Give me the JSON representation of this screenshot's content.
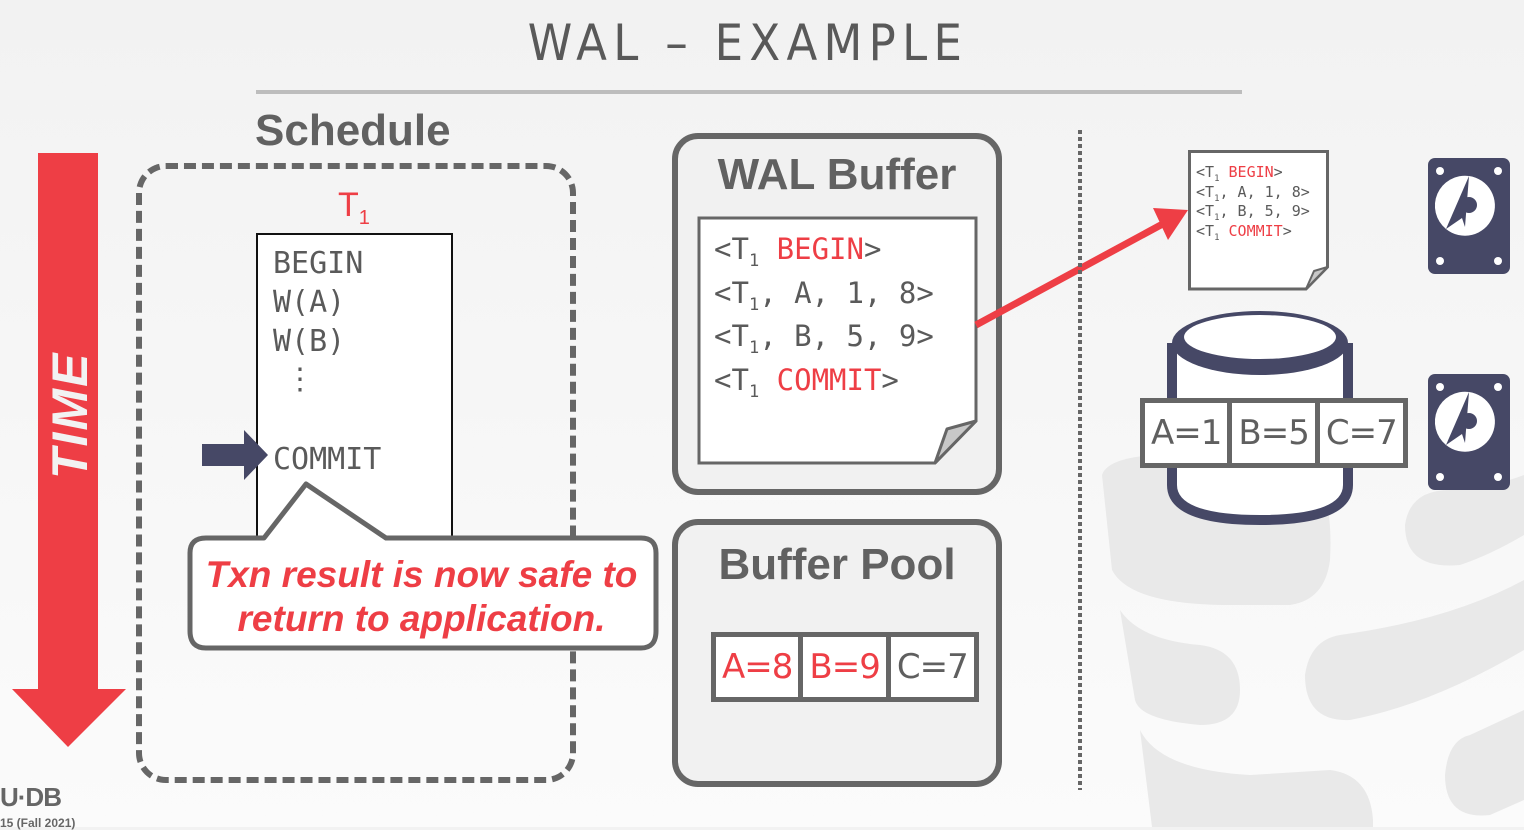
{
  "slide": {
    "title": "WAL – EXAMPLE",
    "time_label": "TIME",
    "footer_logo": "U·DB",
    "footer_course": "15 (Fall 2021)"
  },
  "colors": {
    "accent_red": "#ee3e45",
    "text_gray": "#5f5f5f",
    "icon_navy": "#464866",
    "border_gray": "#666666"
  },
  "schedule": {
    "title": "Schedule",
    "txn_name": "T",
    "txn_sub": "1",
    "ops": [
      "BEGIN",
      "W(A)",
      "W(B)",
      "⋮",
      "COMMIT"
    ],
    "current_op": "COMMIT",
    "callout_line1": "Txn result is now safe to",
    "callout_line2": "return to application."
  },
  "wal_buffer": {
    "title": "WAL Buffer",
    "records": [
      {
        "txn": "T",
        "sub": "1",
        "rest": " ",
        "keyword": "BEGIN",
        "end": ">"
      },
      {
        "txn": "T",
        "sub": "1",
        "rest": ", A, 1, 8>",
        "keyword": "",
        "end": ""
      },
      {
        "txn": "T",
        "sub": "1",
        "rest": ", B, 5, 9>",
        "keyword": "",
        "end": ""
      },
      {
        "txn": "T",
        "sub": "1",
        "rest": " ",
        "keyword": "COMMIT",
        "end": ">"
      }
    ]
  },
  "buffer_pool": {
    "title": "Buffer Pool",
    "cells": [
      {
        "label": "A=8",
        "dirty": true
      },
      {
        "label": "B=9",
        "dirty": true
      },
      {
        "label": "C=7",
        "dirty": false
      }
    ]
  },
  "disk": {
    "log_records": [
      {
        "txn": "T",
        "sub": "1",
        "rest": " ",
        "keyword": "BEGIN",
        "end": ">"
      },
      {
        "txn": "T",
        "sub": "1",
        "rest": ", A, 1, 8>",
        "keyword": "",
        "end": ""
      },
      {
        "txn": "T",
        "sub": "1",
        "rest": ", B, 5, 9>",
        "keyword": "",
        "end": ""
      },
      {
        "txn": "T",
        "sub": "1",
        "rest": " ",
        "keyword": "COMMIT",
        "end": ">"
      }
    ],
    "db_cells": [
      {
        "label": "A=1"
      },
      {
        "label": "B=5"
      },
      {
        "label": "C=7"
      }
    ]
  }
}
